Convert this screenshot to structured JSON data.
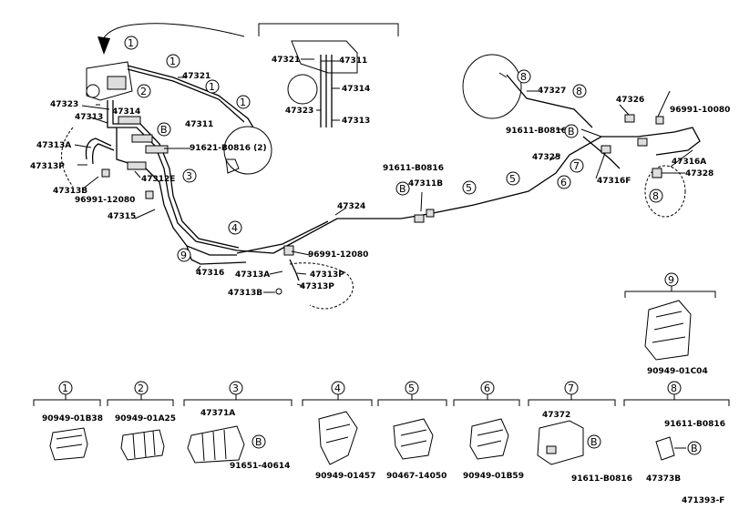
{
  "diagram_id": "471393-F",
  "labels": {
    "l47321a": "47321",
    "l47323": "47323",
    "l47313a": "47313",
    "l47314a": "47314",
    "l47313A_a": "47313A",
    "l47313P_a": "47313P",
    "l47313B_a": "47313B",
    "l96991a": "96991-12080",
    "l47312E": "47312E",
    "l91621": "91621-B0816 (2)",
    "l47311a": "47311",
    "l47315": "47315",
    "l47316": "47316",
    "l47324": "47324",
    "l91611a": "91611-B0816",
    "l47311B": "47311B",
    "l96991b": "96991-12080",
    "l47313A_b": "47313A",
    "l47313P_b": "47313P",
    "l47313P_c": "47313P",
    "l47313B_b": "47313B",
    "ins47321": "47321",
    "ins47311": "47311",
    "ins47314": "47314",
    "ins47323": "47323",
    "ins47313": "47313",
    "l47327": "47327",
    "l47326": "47326",
    "l96991c": "96991-10080",
    "l91611b": "91611-B0816",
    "l47325": "47325",
    "l47316A": "47316A",
    "l47328": "47328",
    "l47316F": "47316F",
    "d9part": "90949-01C04",
    "d1part": "90949-01B38",
    "d2part": "90949-01A25",
    "d3part": "47371A",
    "d3part2": "91651-40614",
    "d4part": "90949-01457",
    "d5part": "90467-14050",
    "d6part": "90949-01B59",
    "d7part": "47372",
    "d7part2": "91611-B0816",
    "d8part": "91611-B0816",
    "d8part2": "47373B",
    "code": "471393-F"
  },
  "callouts": {
    "c1": "1",
    "c2": "2",
    "c3": "3",
    "c4": "4",
    "c5": "5",
    "c6": "6",
    "c7": "7",
    "c8": "8",
    "c9": "9",
    "cB": "B"
  },
  "details": [
    {
      "num": "1"
    },
    {
      "num": "2"
    },
    {
      "num": "3"
    },
    {
      "num": "4"
    },
    {
      "num": "5"
    },
    {
      "num": "6"
    },
    {
      "num": "7"
    },
    {
      "num": "8"
    },
    {
      "num": "9"
    }
  ]
}
